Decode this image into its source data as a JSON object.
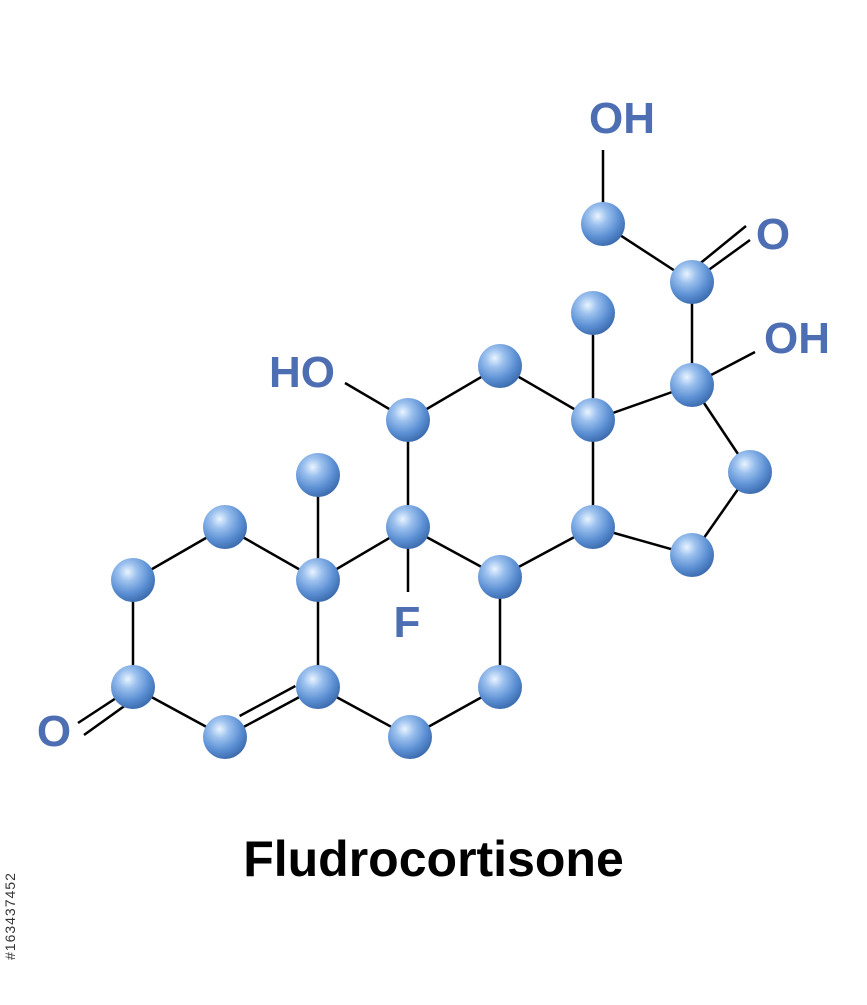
{
  "molecule": {
    "name": "Fludrocortisone",
    "labels": {
      "oh_top": "OH",
      "o_ketone_side": "O",
      "oh_right": "OH",
      "ho_left": "HO",
      "f": "F",
      "o_left": "O"
    }
  },
  "stock_id": "#163437452",
  "colors": {
    "atom": "#5b8fd3",
    "atom_highlight": "#cfe4ff",
    "atom_shadow": "#2f5f9e",
    "label": "#4e6eb3",
    "bond": "#000000",
    "title": "#000000"
  }
}
